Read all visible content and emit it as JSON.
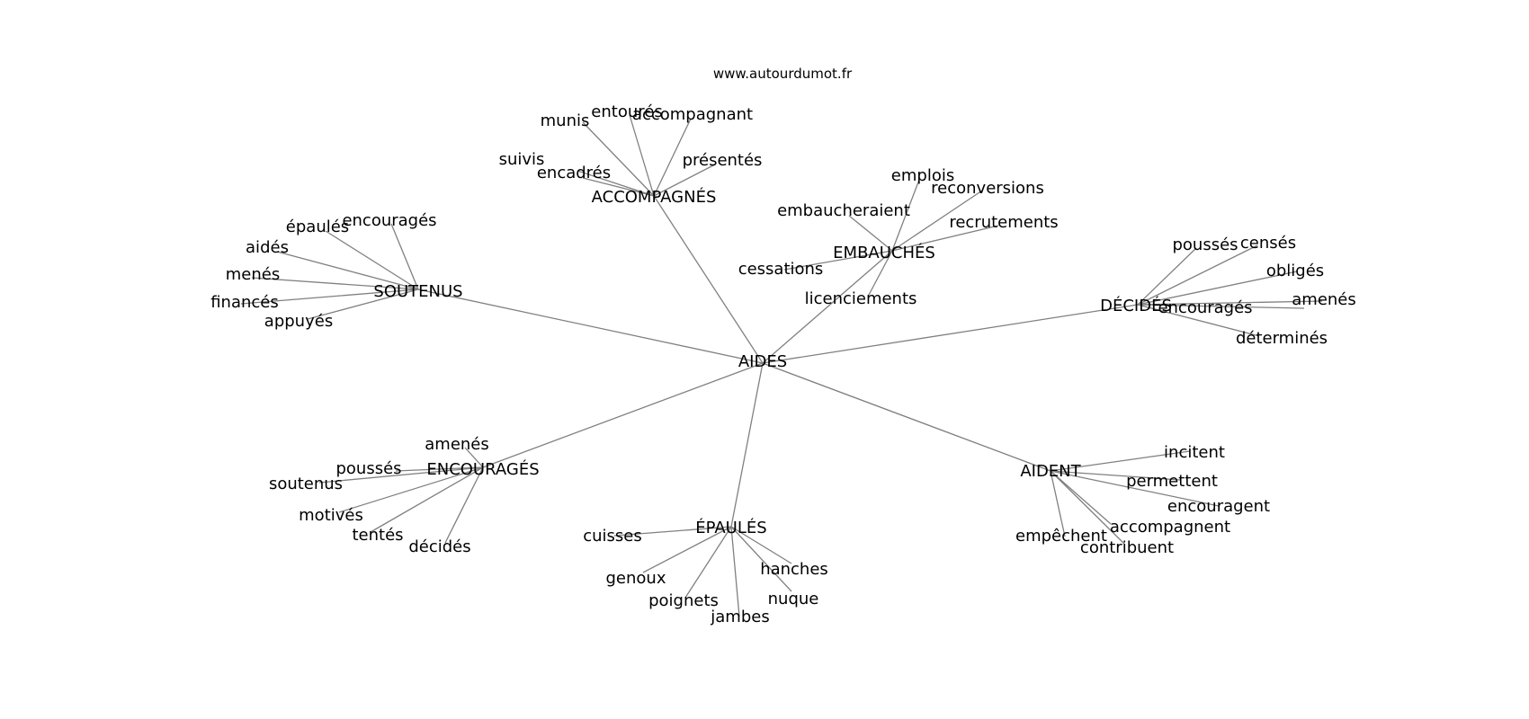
{
  "site": "www.autourdumot.fr",
  "root": "AIDES",
  "clusters": [
    {
      "word": "ACCOMPAGNÉS",
      "children": [
        "munis",
        "entourés",
        "accompagnant",
        "suivis",
        "encadrés",
        "présentés"
      ]
    },
    {
      "word": "EMBAUCHÉS",
      "children": [
        "emplois",
        "reconversions",
        "embaucheraient",
        "recrutements",
        "cessations",
        "licenciements"
      ]
    },
    {
      "word": "SOUTENUS",
      "children": [
        "épaulés",
        "encouragés",
        "aidés",
        "menés",
        "financés",
        "appuyés"
      ]
    },
    {
      "word": "DÉCIDÉS",
      "children": [
        "poussés",
        "censés",
        "obligés",
        "amenés",
        "encouragés",
        "déterminés"
      ]
    },
    {
      "word": "ENCOURAGÉS",
      "children": [
        "amenés",
        "poussés",
        "soutenus",
        "motivés",
        "tentés",
        "décidés"
      ]
    },
    {
      "word": "ÉPAULÉS",
      "children": [
        "cuisses",
        "hanches",
        "genoux",
        "poignets",
        "nuque",
        "jambes"
      ]
    },
    {
      "word": "AIDENT",
      "children": [
        "incitent",
        "permettent",
        "encouragent",
        "empêchent",
        "accompagnent",
        "contribuent"
      ]
    }
  ],
  "colors": {
    "edge": "#808080",
    "text": "#000000",
    "background": "#ffffff"
  }
}
